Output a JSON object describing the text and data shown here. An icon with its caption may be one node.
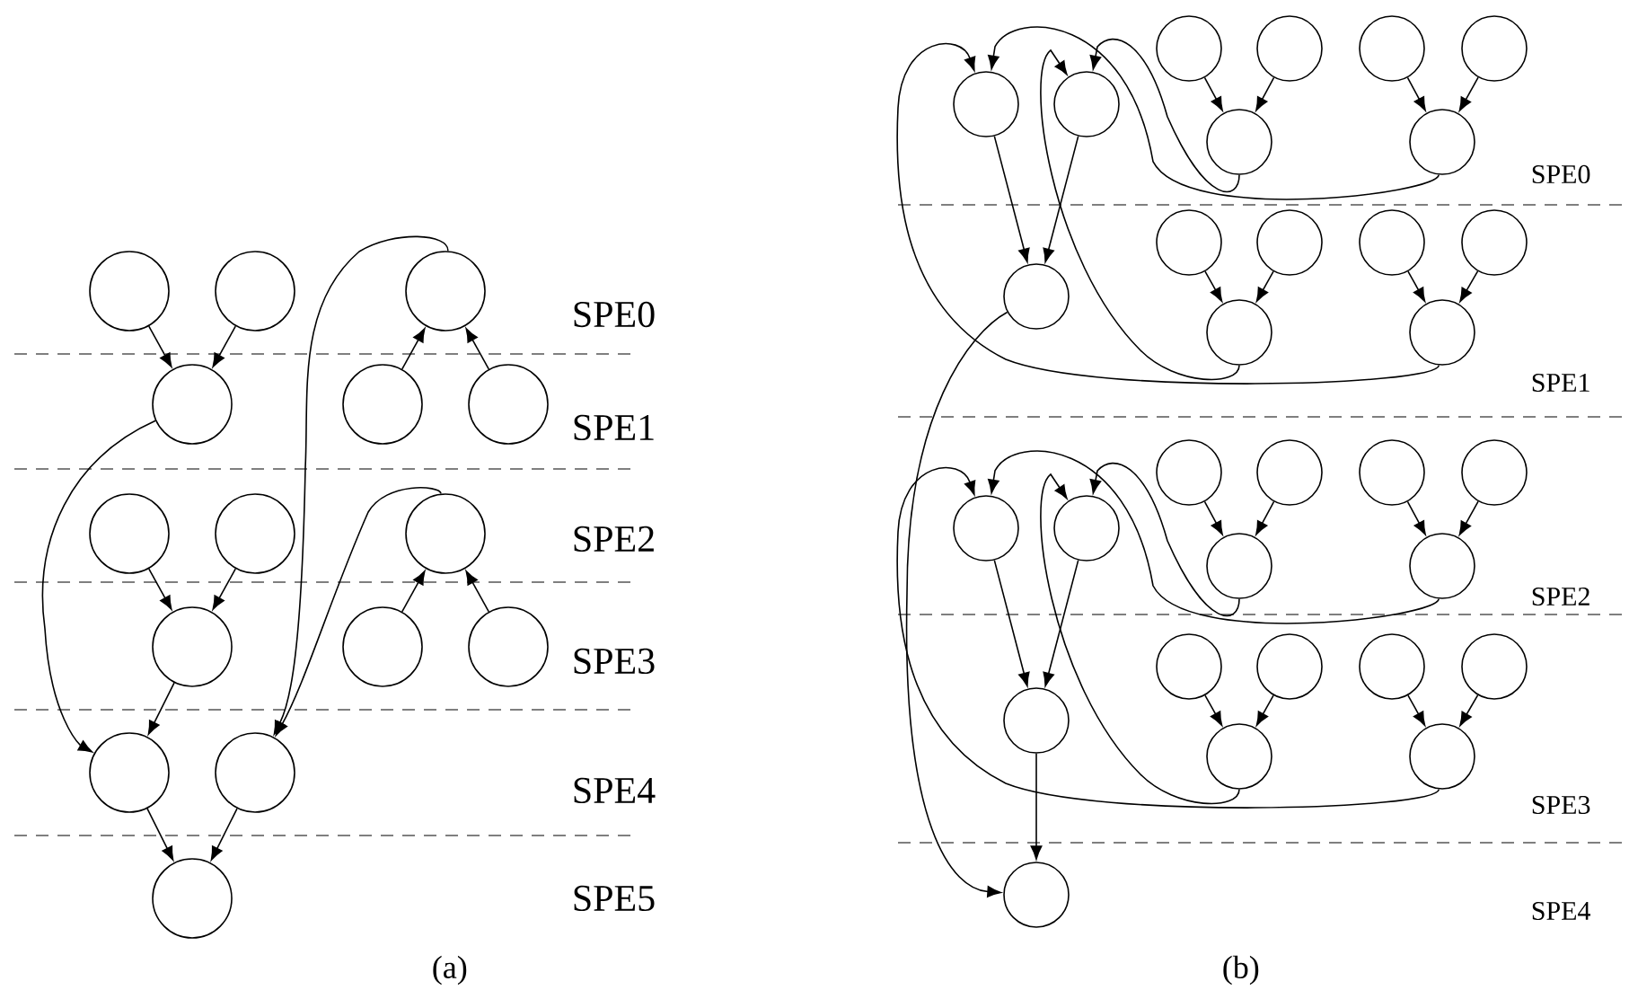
{
  "diagram": {
    "nodes": [
      {
        "text": [],
        "shape": "circle"
      },
      {
        "text": [],
        "shape": "circle"
      },
      {
        "text": [],
        "shape": "circle"
      },
      {
        "text": [],
        "shape": "circle"
      },
      {
        "text": [],
        "shape": "circle"
      },
      {
        "text": [],
        "shape": "circle"
      },
      {
        "text": [],
        "shape": "circle"
      },
      {
        "text": [],
        "shape": "circle"
      },
      {
        "text": [],
        "shape": "circle"
      },
      {
        "text": [],
        "shape": "circle"
      },
      {
        "text": [],
        "shape": "circle"
      },
      {
        "text": [],
        "shape": "circle"
      },
      {
        "text": [],
        "shape": "circle"
      },
      {
        "text": [],
        "shape": "circle"
      },
      {
        "text": [],
        "shape": "circle"
      },
      {
        "text": [],
        "shape": "circle"
      },
      {
        "text": [],
        "shape": "circle"
      },
      {
        "text": [],
        "shape": "circle"
      },
      {
        "text": [],
        "shape": "circle"
      },
      {
        "text": [],
        "shape": "circle"
      },
      {
        "text": [],
        "shape": "circle"
      },
      {
        "text": [],
        "shape": "circle"
      },
      {
        "text": [],
        "shape": "circle"
      },
      {
        "text": [],
        "shape": "circle"
      },
      {
        "text": [],
        "shape": "circle"
      },
      {
        "text": [],
        "shape": "circle"
      },
      {
        "text": [],
        "shape": "circle"
      },
      {
        "text": [],
        "shape": "circle"
      },
      {
        "text": [],
        "shape": "circle"
      },
      {
        "text": [],
        "shape": "circle"
      },
      {
        "text": [],
        "shape": "circle"
      },
      {
        "text": [],
        "shape": "circle"
      },
      {
        "text": [],
        "shape": "circle"
      },
      {
        "text": [],
        "shape": "circle"
      },
      {
        "text": [],
        "shape": "circle"
      },
      {
        "text": [],
        "shape": "circle"
      },
      {
        "text": [],
        "shape": "circle"
      },
      {
        "text": [],
        "shape": "circle"
      },
      {
        "text": [],
        "shape": "circle"
      },
      {
        "text": [],
        "shape": "circle"
      },
      {
        "text": [],
        "shape": "circle"
      },
      {
        "text": [],
        "shape": "circle"
      },
      {
        "text": [],
        "shape": "circle"
      },
      {
        "text": [],
        "shape": "circle"
      },
      {
        "text": [],
        "shape": "circle"
      },
      {
        "text": [],
        "shape": "circle"
      }
    ],
    "edges": [
      {
        "from": 0,
        "to": 3,
        "arrow": "to"
      },
      {
        "from": 1,
        "to": 3,
        "arrow": "to"
      },
      {
        "from": 4,
        "to": 2,
        "arrow": "to"
      },
      {
        "from": 5,
        "to": 2,
        "arrow": "to"
      },
      {
        "from": 3,
        "to": 12,
        "arrow": "to"
      },
      {
        "from": 2,
        "to": 13,
        "arrow": "to"
      },
      {
        "from": 6,
        "to": 9,
        "arrow": "to"
      },
      {
        "from": 7,
        "to": 9,
        "arrow": "to"
      },
      {
        "from": 10,
        "to": 8,
        "arrow": "to"
      },
      {
        "from": 11,
        "to": 8,
        "arrow": "to"
      },
      {
        "from": 9,
        "to": 12,
        "arrow": "to"
      },
      {
        "from": 8,
        "to": 13,
        "arrow": "to"
      },
      {
        "from": 12,
        "to": 14,
        "arrow": "to"
      },
      {
        "from": 13,
        "to": 14,
        "arrow": "to"
      },
      {
        "from": 15,
        "to": 23,
        "arrow": "to"
      },
      {
        "from": 16,
        "to": 23,
        "arrow": "to"
      },
      {
        "from": 17,
        "to": 21,
        "arrow": "to"
      },
      {
        "from": 18,
        "to": 21,
        "arrow": "to"
      },
      {
        "from": 19,
        "to": 22,
        "arrow": "to"
      },
      {
        "from": 20,
        "to": 22,
        "arrow": "to"
      },
      {
        "from": 24,
        "to": 28,
        "arrow": "to"
      },
      {
        "from": 25,
        "to": 28,
        "arrow": "to"
      },
      {
        "from": 26,
        "to": 29,
        "arrow": "to"
      },
      {
        "from": 27,
        "to": 29,
        "arrow": "to"
      },
      {
        "from": 21,
        "to": 16,
        "arrow": "to"
      },
      {
        "from": 22,
        "to": 15,
        "arrow": "to"
      },
      {
        "from": 28,
        "to": 16,
        "arrow": "to"
      },
      {
        "from": 29,
        "to": 15,
        "arrow": "to"
      },
      {
        "from": 23,
        "to": 45,
        "arrow": "to"
      },
      {
        "from": 30,
        "to": 38,
        "arrow": "to"
      },
      {
        "from": 31,
        "to": 38,
        "arrow": "to"
      },
      {
        "from": 32,
        "to": 36,
        "arrow": "to"
      },
      {
        "from": 33,
        "to": 36,
        "arrow": "to"
      },
      {
        "from": 34,
        "to": 37,
        "arrow": "to"
      },
      {
        "from": 35,
        "to": 37,
        "arrow": "to"
      },
      {
        "from": 39,
        "to": 43,
        "arrow": "to"
      },
      {
        "from": 40,
        "to": 43,
        "arrow": "to"
      },
      {
        "from": 41,
        "to": 44,
        "arrow": "to"
      },
      {
        "from": 42,
        "to": 44,
        "arrow": "to"
      },
      {
        "from": 36,
        "to": 31,
        "arrow": "to"
      },
      {
        "from": 37,
        "to": 30,
        "arrow": "to"
      },
      {
        "from": 43,
        "to": 31,
        "arrow": "to"
      },
      {
        "from": 44,
        "to": 30,
        "arrow": "to"
      },
      {
        "from": 38,
        "to": 45,
        "arrow": "to"
      }
    ],
    "labels": [
      "SPE0",
      "SPE1",
      "SPE2",
      "SPE3",
      "SPE4",
      "SPE5",
      "(a)",
      "SPE0",
      "SPE1",
      "SPE2",
      "SPE3",
      "SPE4",
      "(b)"
    ]
  }
}
